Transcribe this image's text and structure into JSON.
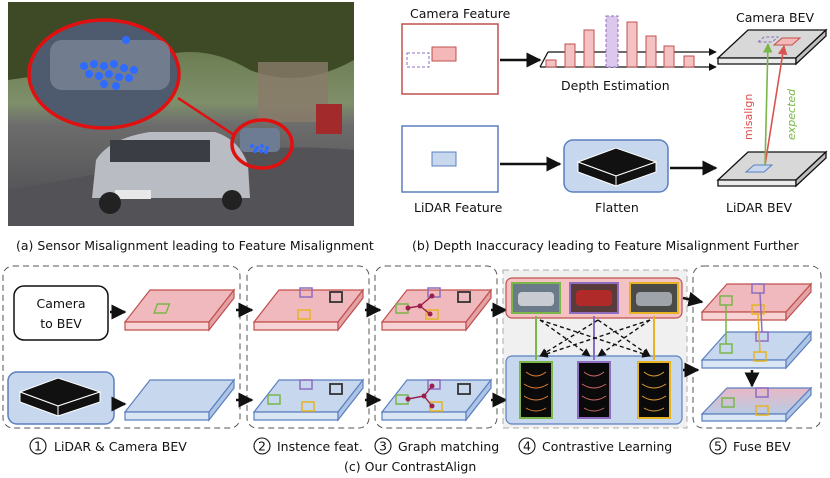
{
  "panel_a": {
    "caption": "(a) Sensor Misalignment leading to Feature Misalignment"
  },
  "panel_b": {
    "caption": "(b) Depth Inaccuracy leading to Feature Misalignment Further",
    "camera_feature": "Camera Feature",
    "depth_estimation": "Depth Estimation",
    "camera_bev": "Camera BEV",
    "lidar_feature": "LiDAR Feature",
    "flatten": "Flatten",
    "lidar_bev": "LiDAR BEV",
    "misalign": "misalign",
    "expected": "expected"
  },
  "panel_c": {
    "caption": "(c) Our ContrastAlign",
    "camera_to_bev_line1": "Camera",
    "camera_to_bev_line2": "to BEV",
    "steps": [
      {
        "num": "1",
        "label": "LiDAR & Camera BEV"
      },
      {
        "num": "2",
        "label": "Instence feat."
      },
      {
        "num": "3",
        "label": "Graph matching"
      },
      {
        "num": "4",
        "label": "Contrastive Learning"
      },
      {
        "num": "5",
        "label": "Fuse BEV"
      }
    ]
  },
  "colors": {
    "camera_red": "#f4c2c2",
    "camera_stroke": "#c0504d",
    "lidar_blue": "#c6d7ee",
    "lidar_stroke": "#5b7fbf",
    "green": "#7ab648",
    "purple": "#8e6cc0",
    "yellow": "#e6b422",
    "gray": "#555555"
  }
}
